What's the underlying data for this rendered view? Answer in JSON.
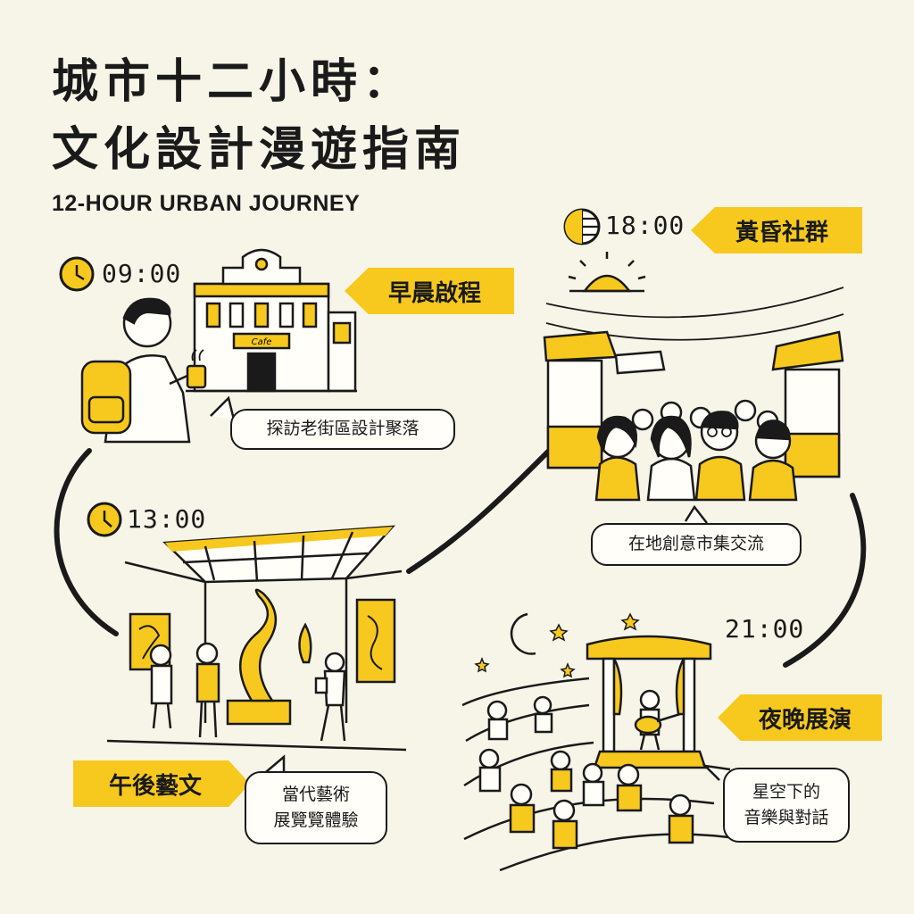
{
  "header": {
    "title_line1": "城市十二小時：",
    "title_line2": "文化設計漫遊指南",
    "subtitle": "12-HOUR URBAN JOURNEY"
  },
  "stops": [
    {
      "time": "09:00",
      "tag": "早晨啟程",
      "note": "探訪老街區設計聚落"
    },
    {
      "time": "13:00",
      "tag": "午後藝文",
      "note_line1": "當代藝術",
      "note_line2": "展覽覽體驗"
    },
    {
      "time": "18:00",
      "tag": "黃昏社群",
      "note": "在地創意市集交流"
    },
    {
      "time": "21:00",
      "tag": "夜晚展演",
      "note_line1": "星空下的",
      "note_line2": "音樂與對話"
    }
  ],
  "scene": {
    "cafe_sign": "Cafe"
  },
  "colors": {
    "accent": "#f7c91e",
    "ink": "#1a1a1a",
    "background": "#f7f5e8"
  },
  "icons": [
    "clock-icon",
    "sun-icon",
    "moon-icon",
    "star-icon"
  ]
}
